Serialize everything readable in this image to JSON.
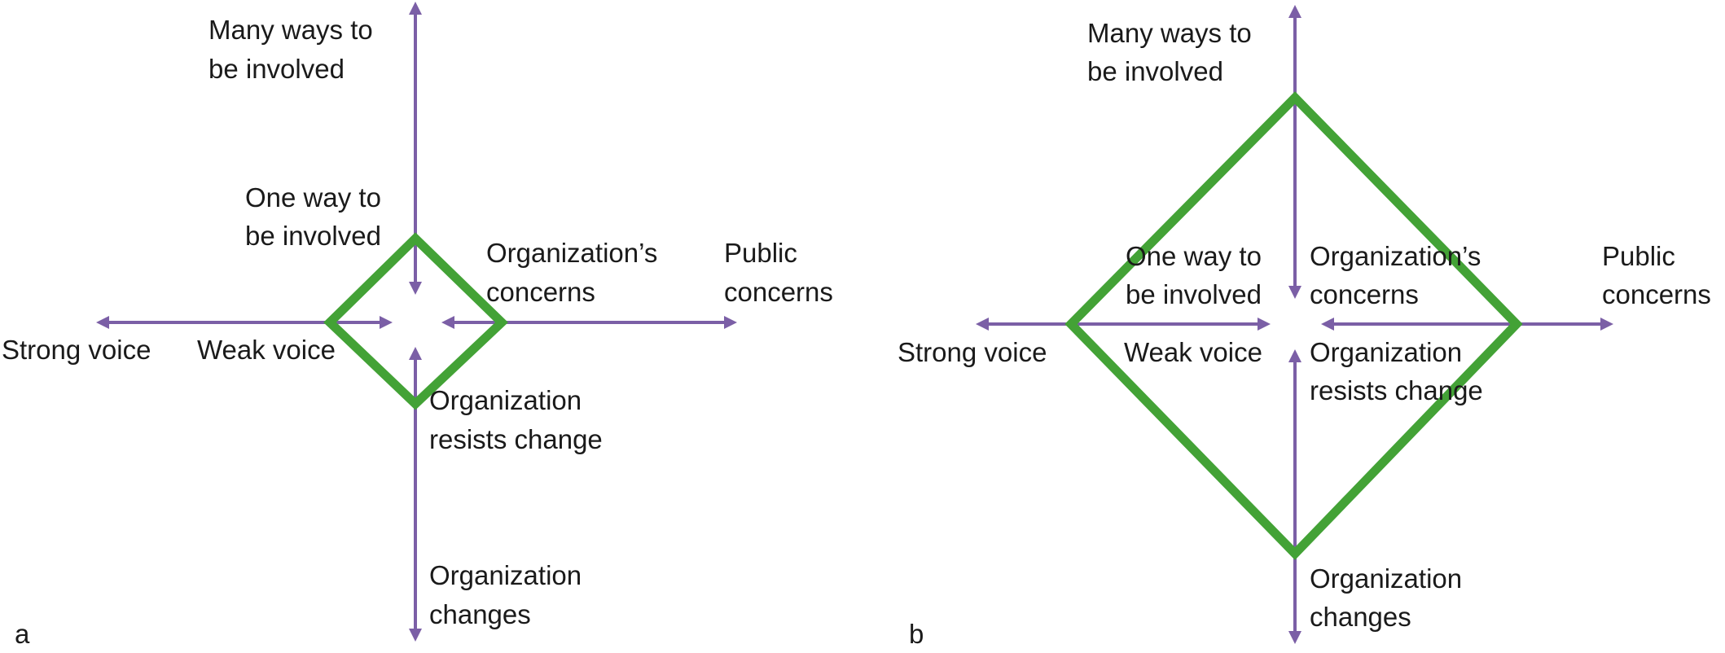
{
  "panels": [
    {
      "id": "a",
      "panel_label": "a",
      "labels": {
        "top_1": "Many ways to",
        "top_2": "be involved",
        "inner_top_1": "One way to",
        "inner_top_2": "be involved",
        "left_outer": "Strong voice",
        "left_inner": "Weak voice",
        "right_inner_1": "Organization’s",
        "right_inner_2": "concerns",
        "right_outer_1": "Public",
        "right_outer_2": "concerns",
        "inner_bottom_1": "Organization",
        "inner_bottom_2": "resists change",
        "bottom_1": "Organization",
        "bottom_2": "changes"
      }
    },
    {
      "id": "b",
      "panel_label": "b",
      "labels": {
        "top_1": "Many ways to",
        "top_2": "be involved",
        "inner_top_1": "One way to",
        "inner_top_2": "be involved",
        "left_outer": "Strong voice",
        "left_inner": "Weak voice",
        "right_inner_1": "Organization’s",
        "right_inner_2": "concerns",
        "right_outer_1": "Public",
        "right_outer_2": "concerns",
        "inner_bottom_1": "Organization",
        "inner_bottom_2": "resists change",
        "bottom_1": "Organization",
        "bottom_2": "changes"
      }
    }
  ],
  "colors": {
    "axis": "#7b5fa6",
    "shape": "#43a236",
    "text": "#1a1a1a"
  }
}
